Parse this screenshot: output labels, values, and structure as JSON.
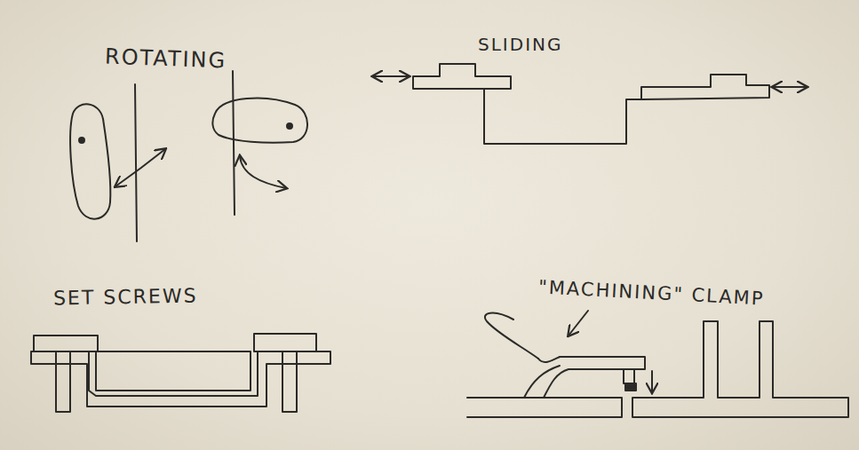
{
  "diagram": {
    "labels": [
      "ROTATING",
      "SLIDING",
      "SET SCREWS",
      "\"MACHINING\" CLAMP"
    ]
  }
}
